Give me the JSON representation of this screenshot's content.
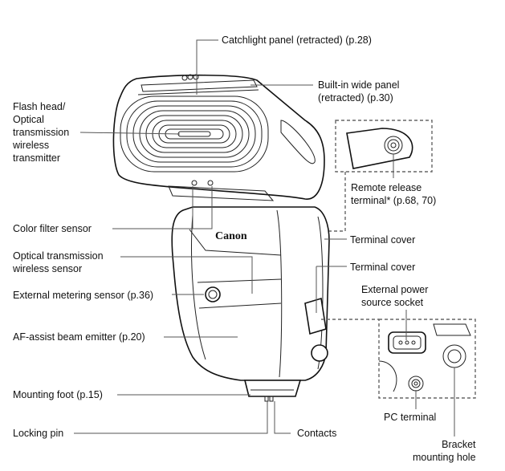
{
  "diagram": {
    "subject": "Canon Speedlite flash unit - nomenclature",
    "brand_logo": "Canon",
    "labels": {
      "catchlight_panel": "Catchlight panel (retracted) (p.28)",
      "wide_panel_line1": "Built-in wide panel",
      "wide_panel_line2": "(retracted) (p.30)",
      "flash_head_line1": "Flash head/",
      "flash_head_line2": "Optical",
      "flash_head_line3": "transmission",
      "flash_head_line4": "wireless",
      "flash_head_line5": "transmitter",
      "remote_release_line1": "Remote release",
      "remote_release_line2": "terminal* (p.68, 70)",
      "color_filter_sensor": "Color filter sensor",
      "terminal_cover_1": "Terminal cover",
      "optical_sensor_line1": "Optical transmission",
      "optical_sensor_line2": "wireless sensor",
      "terminal_cover_2": "Terminal cover",
      "external_metering": "External metering sensor (p.36)",
      "ext_power_line1": "External power",
      "ext_power_line2": "source socket",
      "af_assist": "AF-assist beam emitter (p.20)",
      "pc_terminal": "PC terminal",
      "mounting_foot": "Mounting foot (p.15)",
      "locking_pin": "Locking pin",
      "contacts": "Contacts",
      "bracket_line1": "Bracket",
      "bracket_line2": "mounting hole"
    }
  }
}
